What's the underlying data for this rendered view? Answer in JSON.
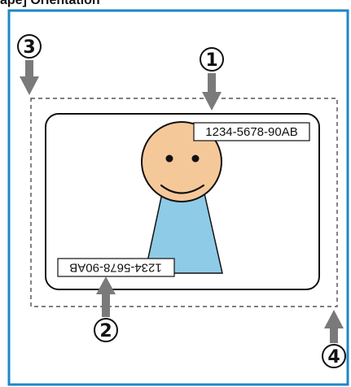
{
  "header": {
    "title": "ape] Orientation"
  },
  "callouts": {
    "c1": "1",
    "c2": "2",
    "c3": "3",
    "c4": "4"
  },
  "card": {
    "serial_top": "1234-5678-90AB",
    "serial_bottom": "1234-5678-90AB"
  },
  "colors": {
    "frame": "#1a88c9",
    "arrow": "#7a7a7a",
    "face": "#f5c89a",
    "body": "#8ecbe6"
  }
}
